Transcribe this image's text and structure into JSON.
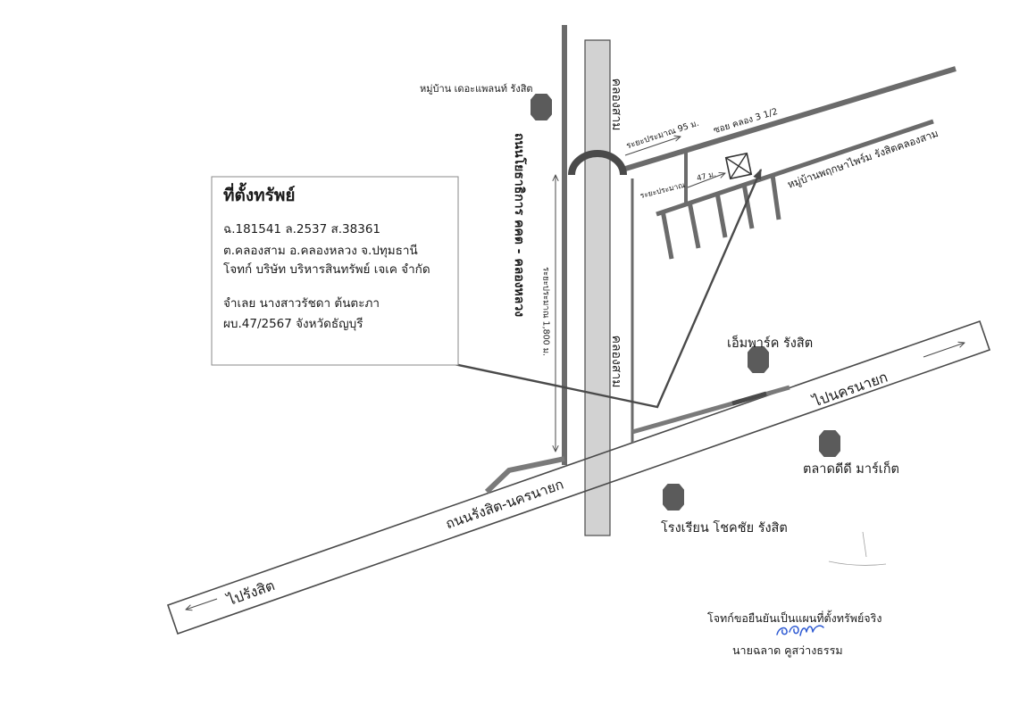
{
  "property_box": {
    "title": "ที่ตั้งทรัพย์",
    "deed": "ฉ.181541 ล.2537 ส.38361",
    "location": "ต.คลองสาม อ.คลองหลวง จ.ปทุมธานี",
    "plaintiff": "โจทก์ บริษัท บริหารสินทรัพย์ เจเค จำกัด",
    "defendant": "จำเลย นางสาวรัชดา ต้นตะภา",
    "case": "ผบ.47/2567 จังหวัดธัญบุรี"
  },
  "map": {
    "labels": {
      "village_the_plant": "หมู่บ้าน เดอะแพลนท์ รังสิต",
      "canal_top": "คลองสาม",
      "canal_bottom": "คลองสาม",
      "road_yothathikarn": "ถนนโยธาธิการ คคต - คลองหลวง",
      "distance_95": "ระยะประมาณ 95 ม.",
      "soi_khlong": "ซอย คลอง 3 1/2",
      "distance_47_prefix": "ระยะประมาณ",
      "distance_47_value": "47 ม.",
      "village_pruksa": "หมู่บ้านพฤกษาไพร์ม รังสิตคลองสาม",
      "distance_1800": "ระยะประมาณ 1,800 ม.",
      "empark": "เอ็มพาร์ค รังสิต",
      "to_nakhon_nayok": "ไปนครนายก",
      "dd_market": "ตลาดดีดี มาร์เก็ต",
      "main_road": "ถนนรังสิต-นครนายก",
      "school": "โรงเรียน โชคชัย รังสิต",
      "to_rangsit": "ไปรังสิต"
    },
    "icons": {
      "landmark": "landmark-marker-icon",
      "property": "property-box-x-icon",
      "direction": "arrow-icon"
    }
  },
  "certification": {
    "statement": "โจทก์ขอยืนยันเป็นแผนที่ตั้งทรัพย์จริง",
    "signer": "นายฉลาด คูสว่างธรรม"
  },
  "colors": {
    "background": "#ffffff",
    "road": "#6b6b6b",
    "road_light": "#7a7a7a",
    "canal_fill": "#d2d2d2",
    "outline": "#4a4a4a",
    "landmark": "#5b5b5b",
    "text": "#1a1a1a",
    "signature": "#2f5bd3",
    "box_border": "#8a8a8a"
  }
}
